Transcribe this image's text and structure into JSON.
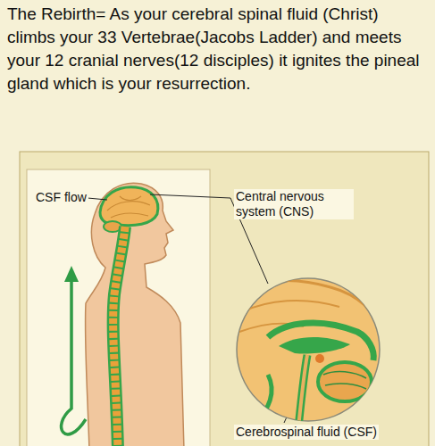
{
  "diagram": {
    "title": "The Rebirth= As your cerebral spinal fluid (Christ) climbs your 33 Vertebrae(Jacobs Ladder) and meets your 12 cranial nerves(12 disciples) it ignites the pineal gland which is your resurrection.",
    "labels": [
      "CSF flow",
      "Central nervous system (CNS)",
      "Cerebrospinal fluid (CSF)"
    ]
  }
}
